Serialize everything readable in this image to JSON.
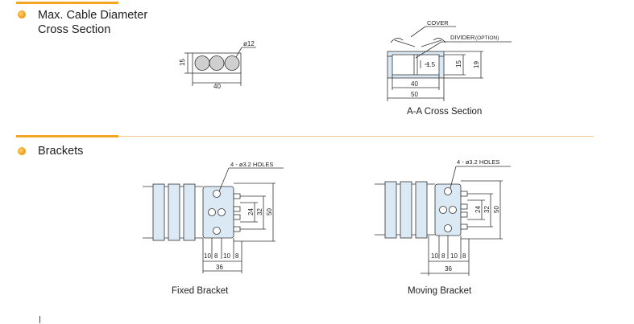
{
  "sections": {
    "cable": {
      "title_line1": "Max. Cable Diameter",
      "title_line2": "Cross Section"
    },
    "brackets": {
      "title": "Brackets"
    }
  },
  "cable_diagram": {
    "dia_label": "ø12",
    "height_label": "15",
    "width_label": "40"
  },
  "aa_diagram": {
    "cover_label": "COVER",
    "divider_label": "DIVIDER",
    "divider_note": "(OPTION)",
    "inner_height": "15",
    "outer_height": "19",
    "gap": "1.5",
    "inner_width": "40",
    "outer_width": "50",
    "caption": "A-A Cross Section"
  },
  "fixed_bracket": {
    "holes_label": "4 - ø3.2 HOLES",
    "dim_24": "24",
    "dim_32": "32",
    "dim_50": "50",
    "dims_bottom": [
      "10",
      "8",
      "10",
      "8"
    ],
    "total": "36",
    "caption": "Fixed Bracket"
  },
  "moving_bracket": {
    "holes_label": "4 - ø3.2 HOLES",
    "dim_24": "24",
    "dim_32": "32",
    "dim_50": "50",
    "dims_bottom": [
      "10",
      "8",
      "10",
      "8"
    ],
    "total": "36",
    "caption": "Moving Bracket"
  },
  "colors": {
    "accent": "#f2a623",
    "part_fill": "#dbe9f5",
    "line": "#333333"
  }
}
